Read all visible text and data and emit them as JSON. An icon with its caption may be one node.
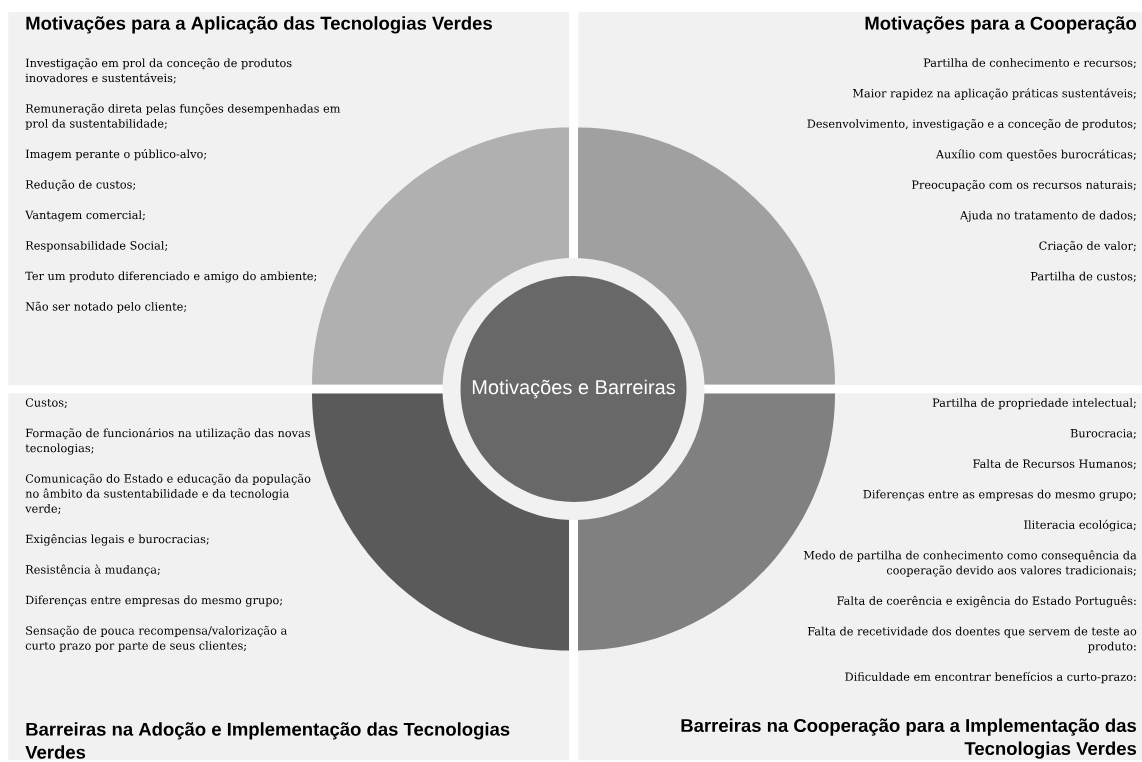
{
  "diagram": {
    "nodes": [
      {
        "text": [
          "Motivações para a Aplicação das Tecnologias Verdes",
          "Investigação em prol da conceção de produtos inovadores e sustentáveis;",
          "Remuneração direta pelas funções desempenhadas em prol da sustentabilidade;",
          "Imagem perante o público-alvo;",
          "Redução de custos;",
          "Vantagem comercial;",
          "Responsabilidade Social;",
          "Ter um produto diferenciado e amigo do ambiente;",
          "Não ser notado pelo cliente;"
        ]
      },
      {
        "text": [
          "Motivações para a Cooperação",
          "Partilha de conhecimento e recursos;",
          "Maior rapidez na aplicação práticas sustentáveis;",
          "Desenvolvimento, investigação e a conceção de produtos;",
          "Auxílio com questões burocráticas;",
          "Preocupação com os recursos naturais;",
          "Ajuda no tratamento de dados;",
          "Criação de valor;",
          "Partilha de custos;"
        ]
      },
      {
        "text": [
          "Custos;",
          "Formação de funcionários na utilização das novas tecnologias;",
          "Comunicação do Estado e educação da população no âmbito da sustentabilidade e da tecnologia verde;",
          "Exigências legais e burocracias;",
          "Resistência à mudança;",
          "Diferenças entre empresas do mesmo grupo;",
          "Sensação de pouca recompensa/valorização a curto prazo por parte de seus clientes;",
          "Barreiras na Adoção e Implementação das Tecnologias Verdes"
        ]
      },
      {
        "text": [
          "Partilha de propriedade intelectual;",
          "Burocracia;",
          "Falta de Recursos Humanos;",
          "Diferenças entre as empresas do mesmo grupo;",
          "Iliteracia ecológica;",
          "Medo de partilha de conhecimento como consequência da cooperação devido aos valores tradicionais;",
          "Falta de coerência e exigência do Estado Português:",
          "Falta de recetividade dos doentes que servem de teste ao produto:",
          "Dificuldade em encontrar benefícios a curto-prazo:",
          "Barreiras na Cooperação para a Implementação das Tecnologias Verdes"
        ]
      },
      {
        "text": [
          "Motivações e Barreiras"
        ]
      }
    ]
  }
}
